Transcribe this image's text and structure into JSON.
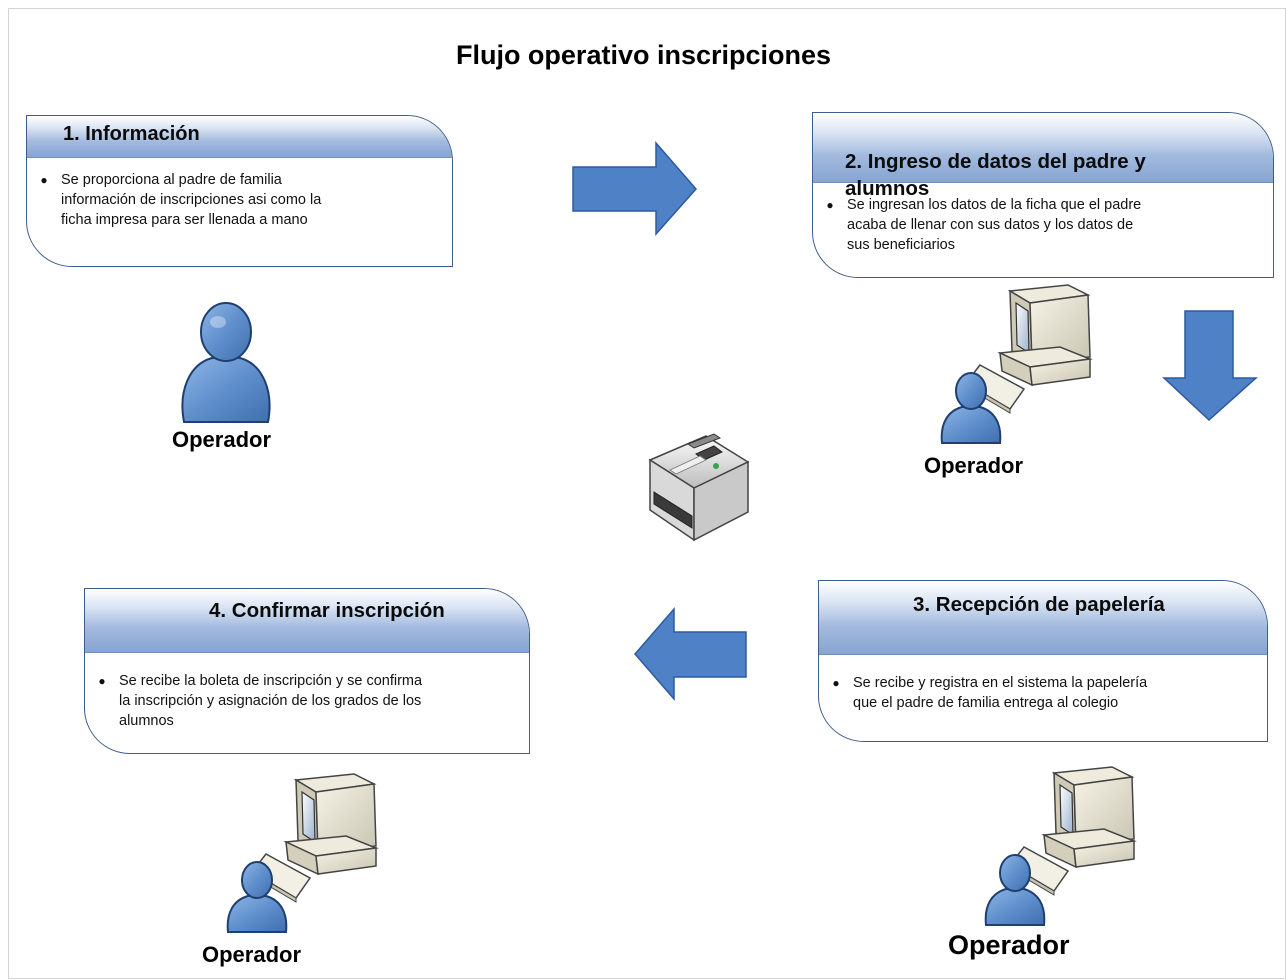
{
  "title": "Flujo operativo inscripciones",
  "steps": [
    {
      "heading": "1. Información",
      "text": "Se proporciona al padre de familia\ninformación de inscripciones asi como la\nficha impresa para ser llenada a mano"
    },
    {
      "heading": "2. Ingreso de datos del padre y\nalumnos",
      "text": "Se ingresan los datos de la ficha que el padre\nacaba de llenar con sus datos y los datos de\nsus beneficiarios"
    },
    {
      "heading": "3. Recepción de papelería",
      "text": "Se recibe y registra en el sistema la papelería\nque el padre de familia entrega al colegio"
    },
    {
      "heading": "4. Confirmar inscripción",
      "text": "Se recibe la boleta de inscripción y se confirma\nla inscripción y asignación de los grados de los\nalumnos"
    }
  ],
  "actors": {
    "step1": "Operador",
    "step2": "Operador",
    "step3": "Operador",
    "step4": "Operador"
  },
  "colors": {
    "arrow_fill": "#4f81c7",
    "arrow_stroke": "#2c5aa0",
    "card_border": "#3d5d8a",
    "header_gradient_end": "#86a5d2",
    "person_fill": "#5f8fcc"
  },
  "icons": {
    "arrows": [
      "arrow-right-icon",
      "arrow-down-icon",
      "arrow-left-icon"
    ],
    "devices": [
      "person-icon",
      "computer-icon",
      "printer-icon"
    ]
  }
}
